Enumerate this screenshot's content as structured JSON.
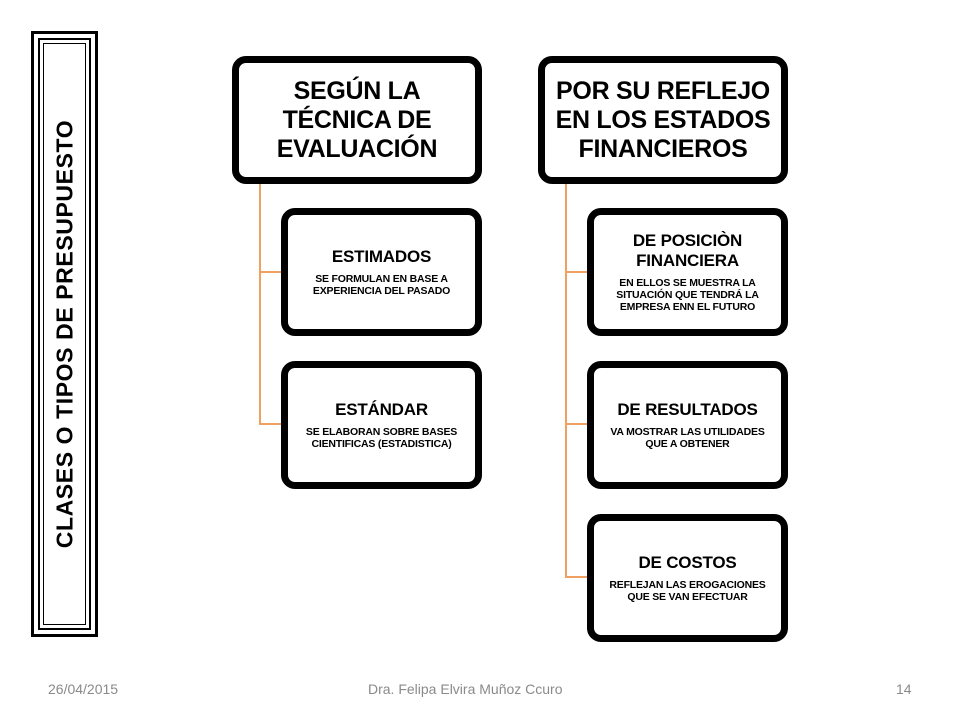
{
  "title": "CLASES O TIPOS DE PRESUPUESTO",
  "left_column": {
    "heading": "SEGÚN LA TÉCNICA DE EVALUACIÓN",
    "items": [
      {
        "title": "ESTIMADOS",
        "desc": "SE FORMULAN EN BASE A EXPERIENCIA DEL PASADO"
      },
      {
        "title": "ESTÁNDAR",
        "desc": "SE ELABORAN SOBRE BASES CIENTIFICAS (ESTADISTICA)"
      }
    ]
  },
  "right_column": {
    "heading": "POR SU REFLEJO EN LOS ESTADOS FINANCIEROS",
    "items": [
      {
        "title": "DE POSICIÒN FINANCIERA",
        "desc": "EN ELLOS SE MUESTRA LA SITUACIÓN QUE TENDRÁ LA EMPRESA ENN EL FUTURO"
      },
      {
        "title": "DE RESULTADOS",
        "desc": "VA MOSTRAR LAS UTILIDADES QUE A OBTENER"
      },
      {
        "title": "DE COSTOS",
        "desc": "REFLEJAN LAS EROGACIONES QUE SE VAN EFECTUAR"
      }
    ]
  },
  "footer": {
    "date": "26/04/2015",
    "author": "Dra. Felipa Elvira Muñoz Ccuro",
    "page": "14"
  },
  "colors": {
    "connector": "#f0a060",
    "box_border": "#000000",
    "footer_text": "#8a8a8a"
  }
}
